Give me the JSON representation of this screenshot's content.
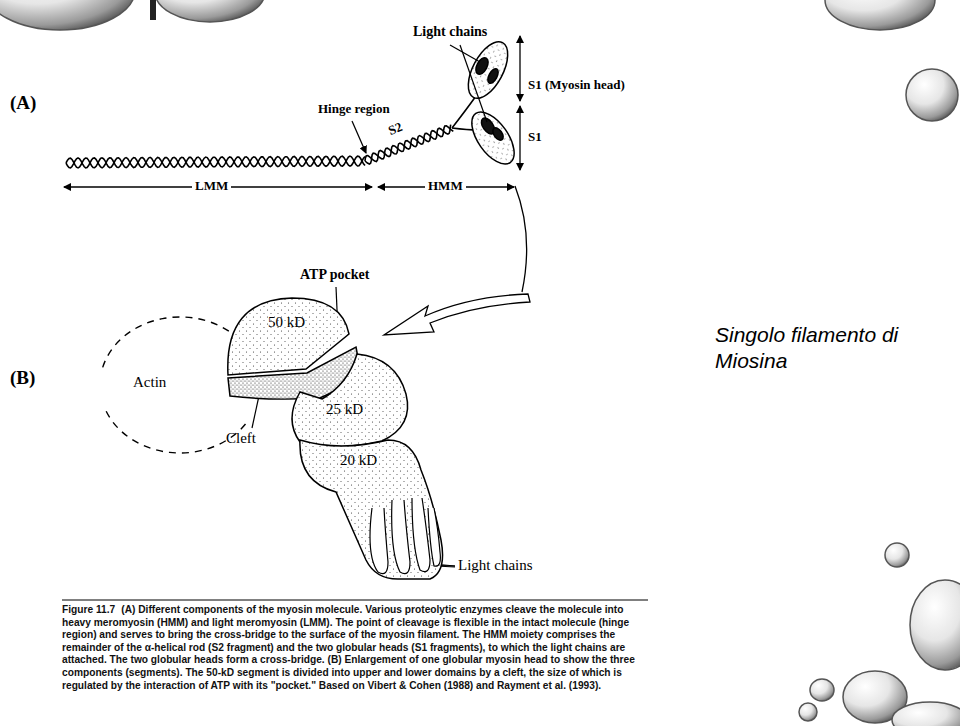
{
  "diagram": {
    "caption": "(A) Different components of the myosin molecule. Various proteolytic enzymes cleave the molecule into heavy meromyosin (HMM) and light meromyosin (LMM). The point of cleavage is flexible in the intact molecule (hinge region) and serves to bring the cross-bridge to the surface of the myosin filament. The HMM moiety comprises the remainder of the α-helical rod (S2 fragment) and the two globular heads (S1 fragments), to which the light chains are attached. The two globular heads form a cross-bridge. (B) Enlargement of one globular myosin head to show the three components (segments). The 50-kD segment is divided into upper and lower domains by a cleft, the size of which is regulated by the interaction of ATP with its \"pocket.\" Based on Vibert & Cohen (1988) and Rayment et al. (1993).",
    "nodes": [
      {
        "text": [
          "Actin"
        ]
      },
      {
        "text": [
          "50 kD"
        ]
      },
      {
        "text": [
          "25 kD"
        ]
      },
      {
        "text": [
          "20 kD"
        ]
      }
    ],
    "labels": [
      "(A)",
      "Light chains",
      "S1 (Myosin head)",
      "S1",
      "Hinge region",
      "S2",
      "LMM",
      "HMM",
      "ATP pocket",
      "(B)",
      "Cleft",
      "Light chains",
      "Figure 11.7",
      "Singolo filamento di Miosina"
    ]
  }
}
